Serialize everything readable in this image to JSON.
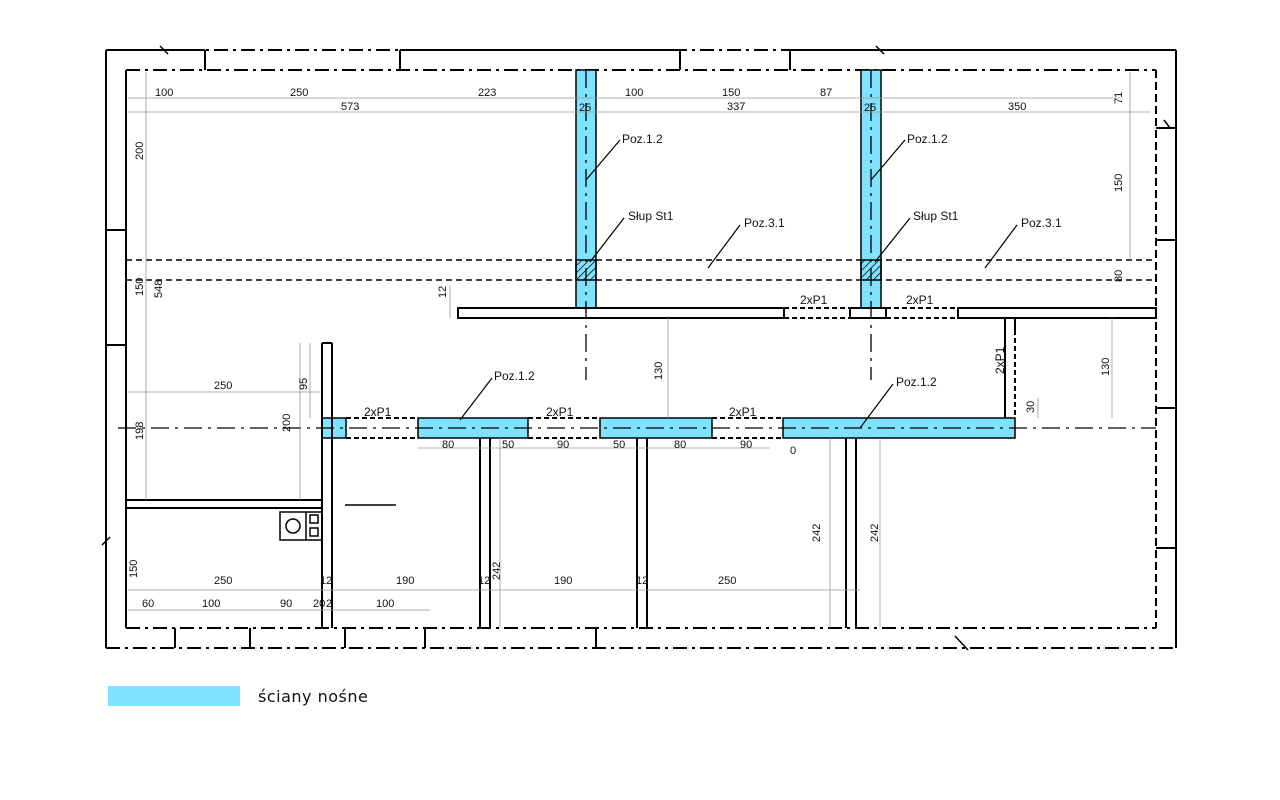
{
  "colors": {
    "bearing_wall": "#7fe3ff",
    "line": "#000000",
    "dim_line": "#888888"
  },
  "legend": {
    "label": "ściany nośne"
  },
  "labels": {
    "poz_1_2": "Poz.1.2",
    "poz_3_1": "Poz.3.1",
    "slup": "Słup St1",
    "lintel": "2xP1"
  },
  "dims": {
    "top_row_1": [
      "100",
      "250",
      "223",
      "100",
      "150",
      "87"
    ],
    "top_row_2": [
      "573",
      "337",
      "350"
    ],
    "wall_25": "25",
    "right_col": [
      "71",
      "150",
      "80",
      "130",
      "30"
    ],
    "left_col": [
      "200",
      "150",
      "548",
      "198"
    ],
    "left_room": [
      "250",
      "95",
      "200"
    ],
    "mid_12": "12",
    "mid_130": "130",
    "under_beams": [
      "80",
      "50",
      "90",
      "50",
      "80",
      "90",
      "0"
    ],
    "v_242": "242",
    "bottom_row": [
      "150",
      "250",
      "12",
      "190",
      "12",
      "190",
      "12",
      "250"
    ],
    "bottom_row_2": [
      "60",
      "100",
      "90",
      "20",
      "2",
      "100"
    ]
  }
}
